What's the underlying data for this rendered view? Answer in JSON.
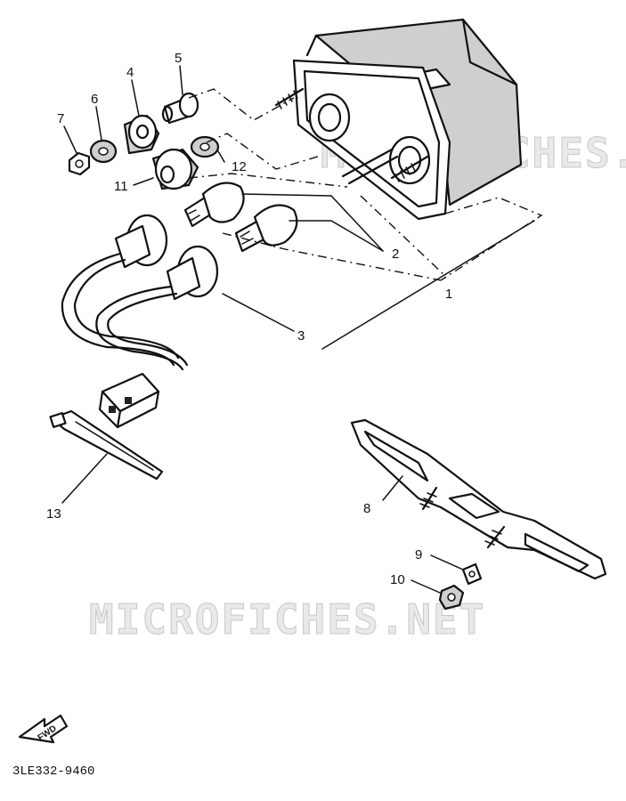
{
  "watermark_text": "MICROFICHES.NET",
  "drawing_code": "3LE332-9460",
  "direction_label": "FWD",
  "callouts": [
    {
      "id": "1",
      "label": "1"
    },
    {
      "id": "2",
      "label": "2"
    },
    {
      "id": "3",
      "label": "3"
    },
    {
      "id": "4",
      "label": "4"
    },
    {
      "id": "5",
      "label": "5"
    },
    {
      "id": "6",
      "label": "6"
    },
    {
      "id": "7",
      "label": "7"
    },
    {
      "id": "8",
      "label": "8"
    },
    {
      "id": "9",
      "label": "9"
    },
    {
      "id": "10",
      "label": "10"
    },
    {
      "id": "11",
      "label": "11"
    },
    {
      "id": "12",
      "label": "12"
    },
    {
      "id": "13",
      "label": "13"
    }
  ]
}
